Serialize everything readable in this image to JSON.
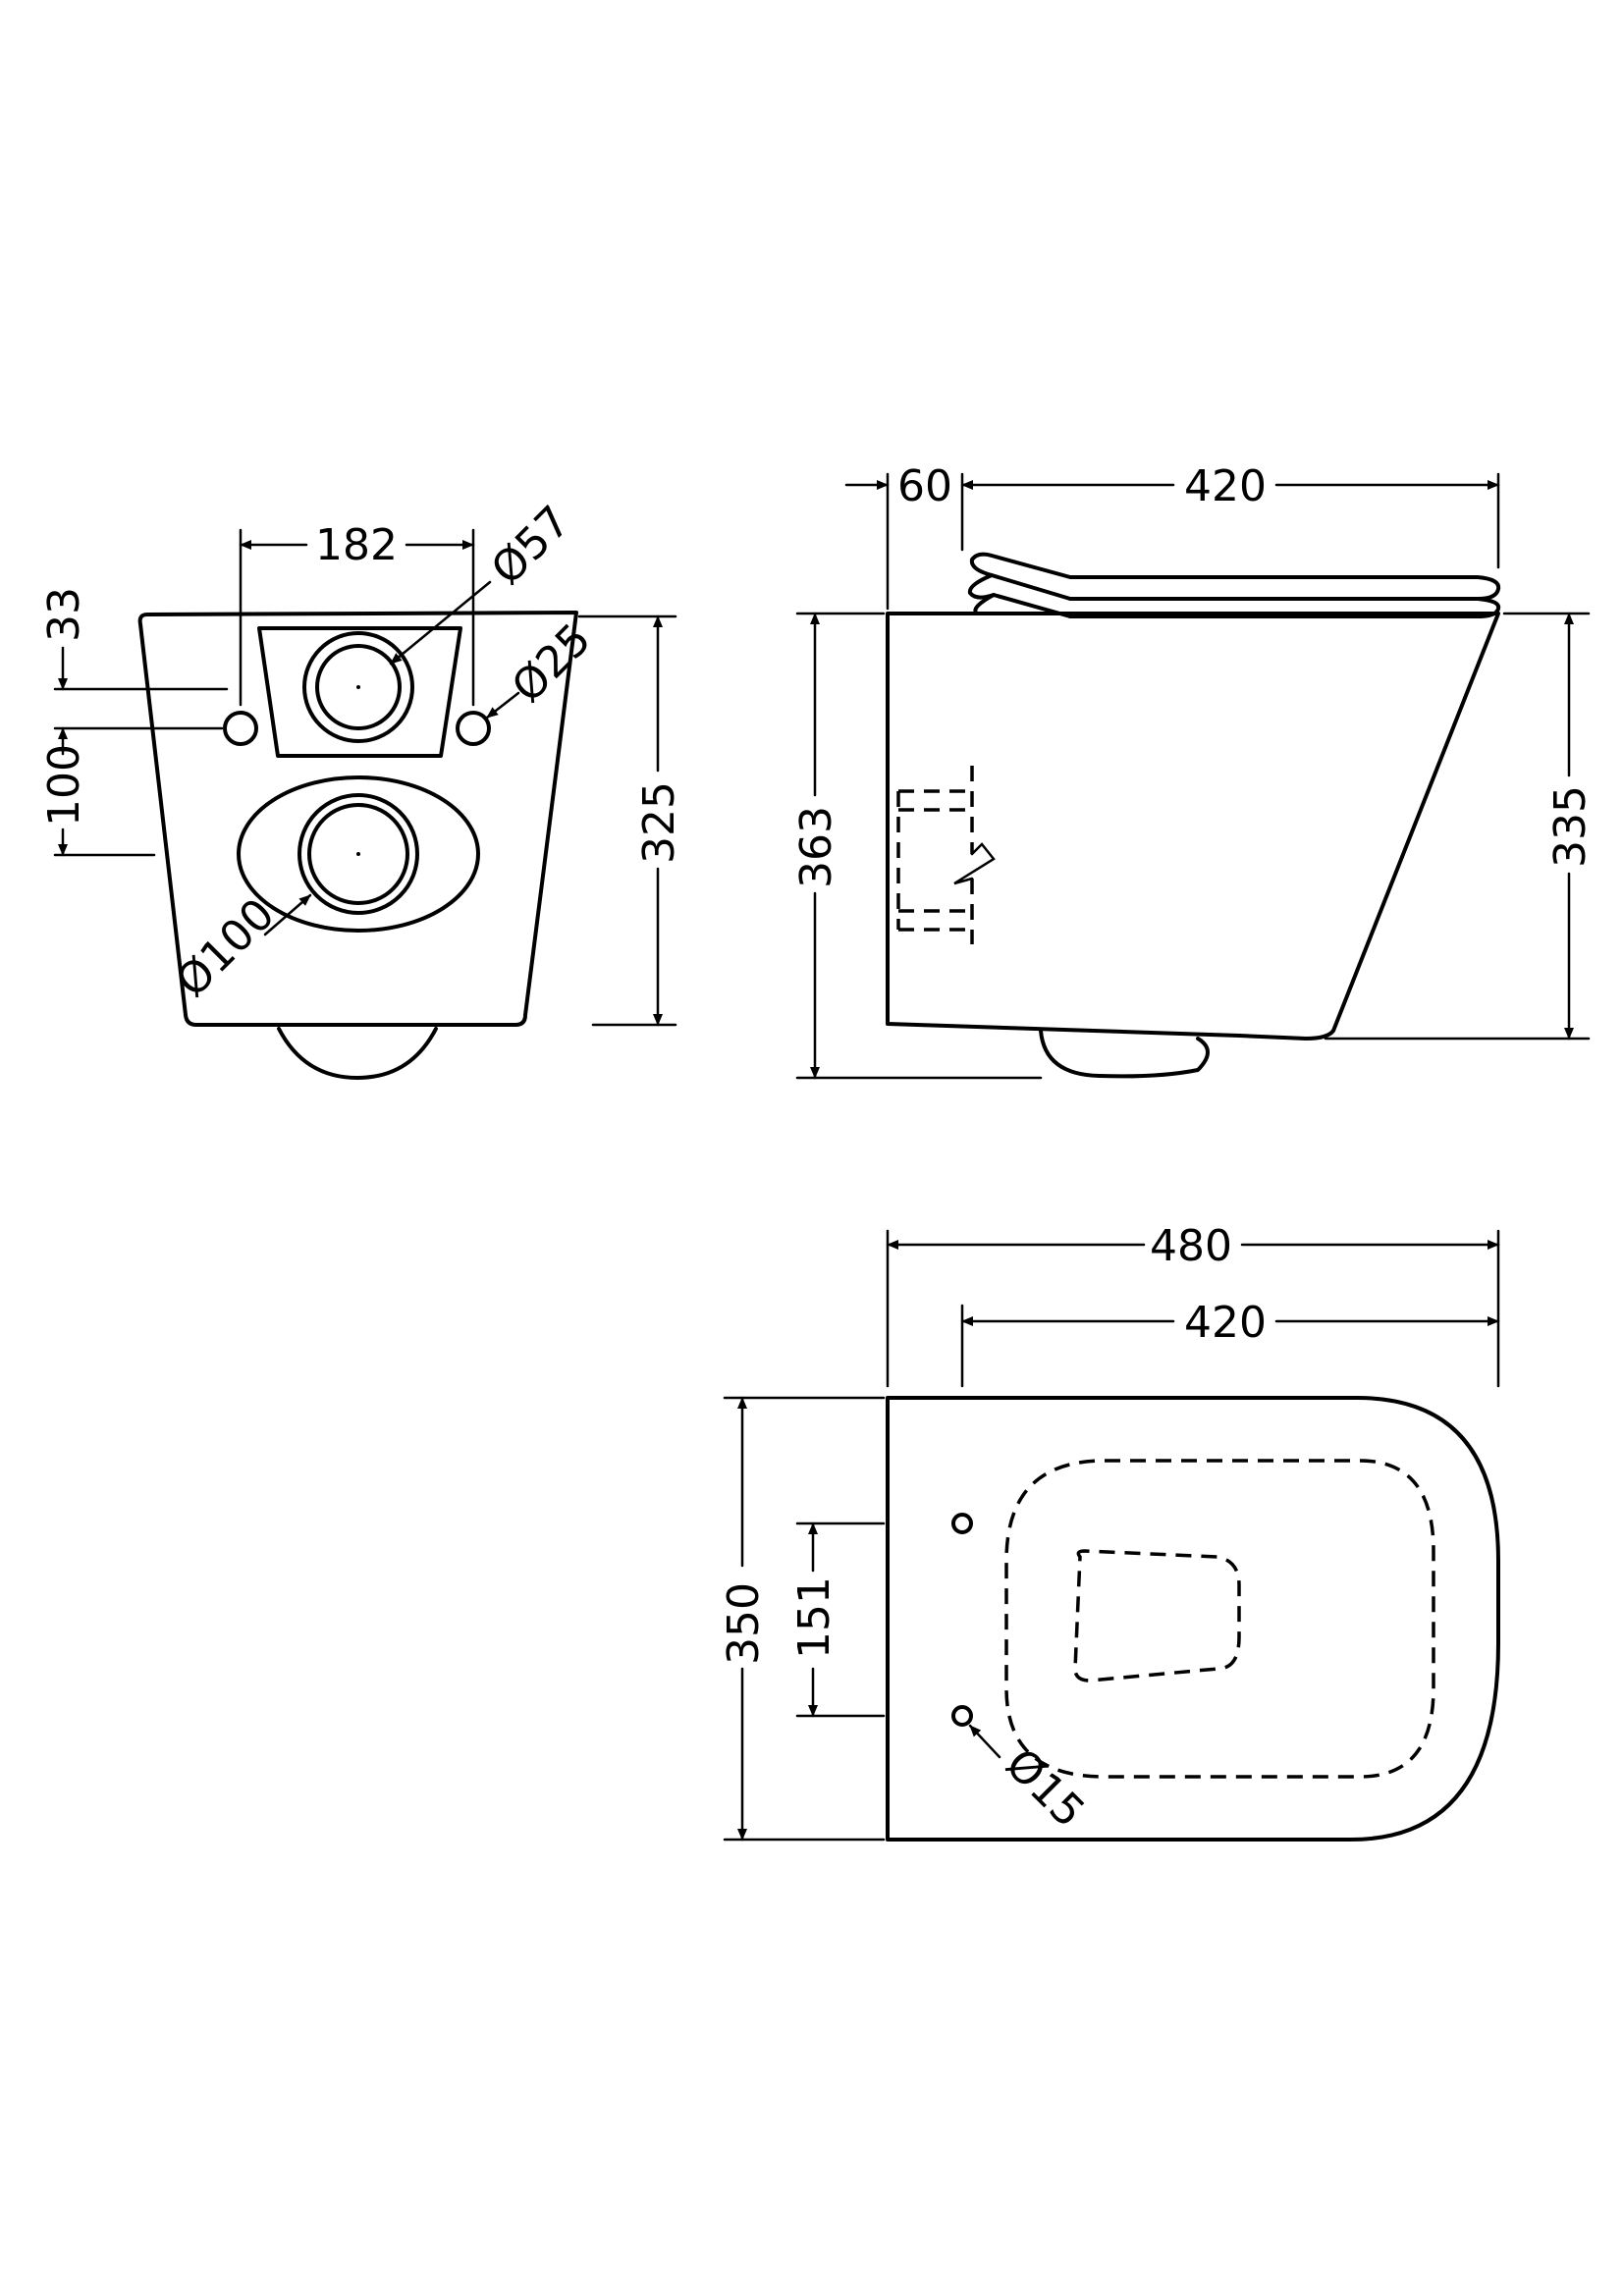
{
  "front_view": {
    "dim_width_182": "182",
    "dim_dia_57": "Ø57",
    "dim_dia_25": "Ø25",
    "dim_33": "33",
    "dim_100": "100",
    "dim_325": "325",
    "dim_dia_100": "Ø100"
  },
  "side_view": {
    "dim_60": "60",
    "dim_420": "420",
    "dim_363": "363",
    "dim_335": "335"
  },
  "top_view": {
    "dim_480": "480",
    "dim_420": "420",
    "dim_350": "350",
    "dim_151": "151",
    "dim_dia_15": "Ø15"
  }
}
